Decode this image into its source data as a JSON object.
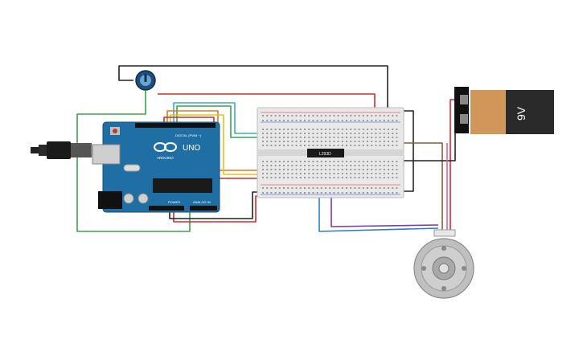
{
  "arduino": {
    "logo_text": "UNO",
    "brand": "ARDUINO",
    "digital_label": "DIGITAL (PWM ~)",
    "power_label": "POWER",
    "analog_label": "ANALOG IN"
  },
  "driver_chip": {
    "label": "L293D"
  },
  "battery": {
    "label": "9V"
  },
  "colors": {
    "board_blue": "#1f6fa5",
    "breadboard": "#e8e8e8",
    "battery_orange": "#d2955a",
    "battery_black": "#2a2a2a",
    "wire_red": "#d42a2a",
    "wire_black": "#222222",
    "wire_green": "#3aa34a",
    "wire_yellow": "#e8c21a",
    "wire_orange": "#e07a1f",
    "wire_teal": "#3ab0b8",
    "wire_blue": "#2a7fc0",
    "wire_purple": "#7a3ab0",
    "wire_brown": "#8b5a3c",
    "wire_pink": "#e06090"
  },
  "icons": {
    "potentiometer": "potentiometer-icon",
    "motor": "dc-motor-icon",
    "usb_plug": "usb-plug-icon"
  }
}
